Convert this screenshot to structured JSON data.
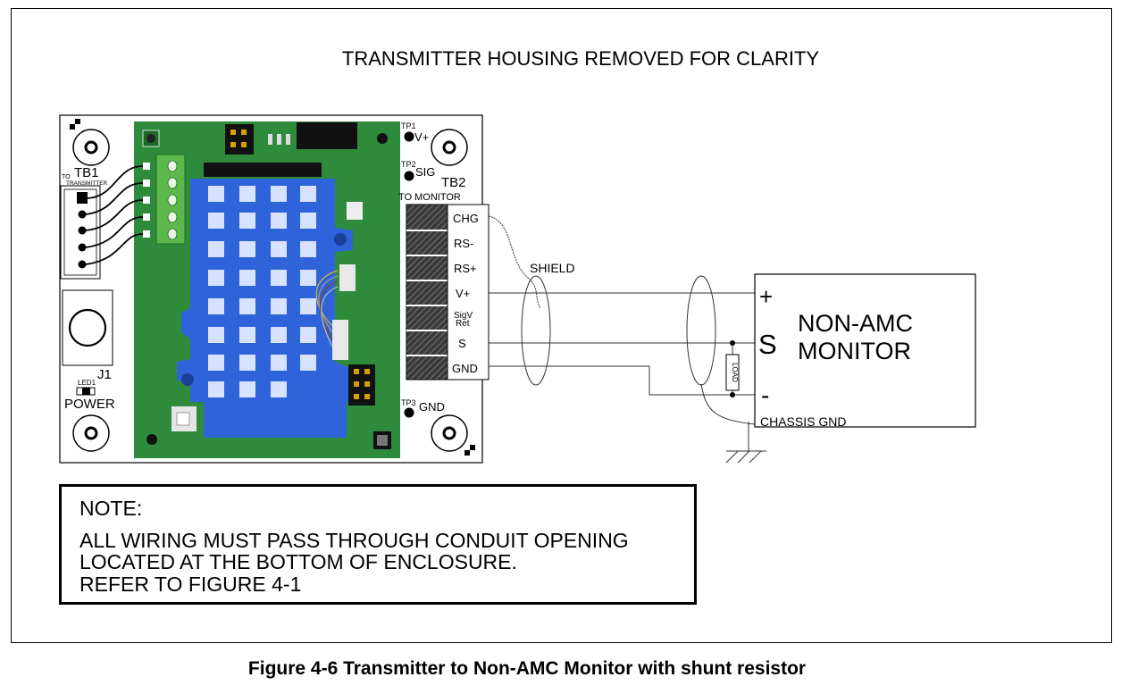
{
  "header": {
    "title": "TRANSMITTER HOUSING REMOVED FOR CLARITY"
  },
  "board": {
    "tb1_label": "TB1",
    "tb1_to": "TO",
    "tb1_transmitter": "TRANSMITTER",
    "j1_label": "J1",
    "led_label": "LED1",
    "power_label": "POWER",
    "tp1": "TP1",
    "tp1_signal": "V+",
    "tp2": "TP2",
    "tp2_signal": "SIG",
    "tp3": "TP3",
    "tp3_signal": "GND",
    "tb2_label": "TB2",
    "tb2_to_monitor": "TO MONITOR",
    "tb2_terminals": [
      "CHG",
      "RS-",
      "RS+",
      "V+",
      "SigV",
      "Ret",
      "S",
      "GND"
    ],
    "pcb_color": "#2e8b3c",
    "keypad_color": "#2f63d9"
  },
  "wiring": {
    "shield_label": "SHIELD",
    "load_label": "LOAD"
  },
  "monitor": {
    "plus": "+",
    "s": "S",
    "minus": "-",
    "name_line1": "NON-AMC",
    "name_line2": "MONITOR",
    "chassis_gnd": "CHASSIS GND"
  },
  "note": {
    "title": "NOTE:",
    "line1": "ALL WIRING MUST PASS THROUGH CONDUIT OPENING",
    "line2": "LOCATED AT THE BOTTOM OF ENCLOSURE.",
    "line3": "REFER TO FIGURE 4-1"
  },
  "caption": "Figure 4-6 Transmitter to Non-AMC Monitor with shunt resistor"
}
